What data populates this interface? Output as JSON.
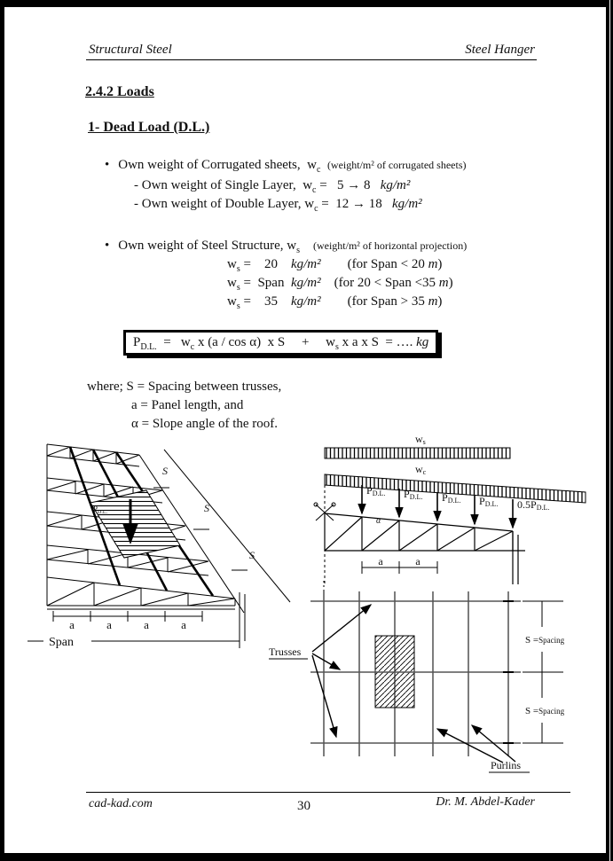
{
  "header": {
    "left": "Structural Steel",
    "right": "Steel Hanger"
  },
  "titles": {
    "section": "2.4.2 Loads",
    "subsection": "1- Dead Load (D.L.)"
  },
  "bullet_char": "•",
  "content": {
    "corrugated_parts": [
      {
        "t": "Own weight of Corrugated sheets,  w"
      },
      {
        "sub": "c"
      },
      {
        "t": "  "
      },
      {
        "sm": "(weight/m² of corrugated sheets)"
      }
    ],
    "single_parts": [
      {
        "t": "- Own weight of Single Layer,  w"
      },
      {
        "sub": "c"
      },
      {
        "t": " =   5 → 8   "
      },
      {
        "i": "kg/m²"
      }
    ],
    "double_parts": [
      {
        "t": "- Own weight of Double Layer, w"
      },
      {
        "sub": "c"
      },
      {
        "t": " =  12 → 18   "
      },
      {
        "i": "kg/m²"
      }
    ],
    "steel_parts": [
      {
        "t": "Own weight of Steel Structure, w"
      },
      {
        "sub": "s"
      },
      {
        "t": "    "
      },
      {
        "sm": "(weight/m² of horizontal projection)"
      }
    ],
    "ws1_parts": [
      {
        "t": "w"
      },
      {
        "sub": "s"
      },
      {
        "t": " =    20    "
      },
      {
        "i": "kg/m²"
      },
      {
        "t": "        (for Span < 20 "
      },
      {
        "i": "m"
      },
      {
        "t": ")"
      }
    ],
    "ws2_parts": [
      {
        "t": "w"
      },
      {
        "sub": "s"
      },
      {
        "t": " =  Span  "
      },
      {
        "i": "kg/m²"
      },
      {
        "t": "    (for 20 < Span <35 "
      },
      {
        "i": "m"
      },
      {
        "t": ")"
      }
    ],
    "ws3_parts": [
      {
        "t": "w"
      },
      {
        "sub": "s"
      },
      {
        "t": " =    35    "
      },
      {
        "i": "kg/m²"
      },
      {
        "t": "        (for Span > 35 "
      },
      {
        "i": "m"
      },
      {
        "t": ")"
      }
    ],
    "formula_parts": [
      {
        "t": "P"
      },
      {
        "sub": "D.L."
      },
      {
        "t": "  =   w"
      },
      {
        "sub": "c"
      },
      {
        "t": " x (a / cos α)  x S     +     w"
      },
      {
        "sub": "s"
      },
      {
        "t": " x a x S  = …. "
      },
      {
        "i": "kg"
      }
    ],
    "where1": "where; S = Spacing between trusses,",
    "where2": "a = Panel length, and",
    "where3": "α = Slope angle of the roof."
  },
  "figures": {
    "left": {
      "S": "S",
      "a": "a",
      "span": "Span",
      "load_base": "P",
      "load_sub": "D.L."
    },
    "elev": {
      "ws_base": "w",
      "ws_sub": "s",
      "wc_base": "w",
      "wc_sub": "c",
      "load_base": "P",
      "load_sub": "D.L.",
      "half_base": "0.5P",
      "alpha": "α",
      "a": "a"
    },
    "plan": {
      "trusses": "Trusses",
      "purlins": "Purlins",
      "spacing_s": "S =",
      "spacing_word": "Spacing"
    }
  },
  "footer": {
    "left": "cad-kad.com",
    "page": "30",
    "right": "Dr. M. Abdel-Kader"
  }
}
